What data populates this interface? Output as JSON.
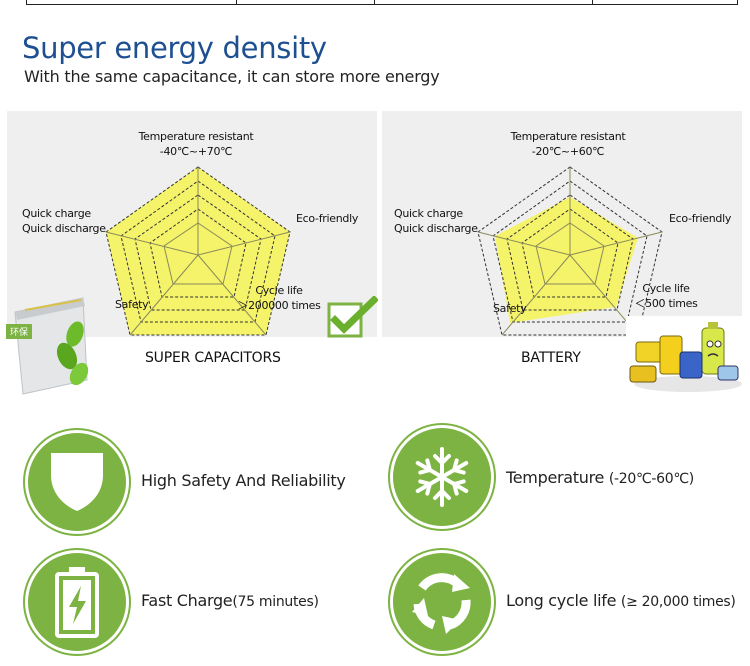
{
  "header": {
    "title": "Super energy density",
    "subtitle": "With the same capacitance, it can store more energy"
  },
  "comparison": {
    "super_capacitors": {
      "caption": "SUPER CAPACITORS",
      "labels": {
        "temp_line1": "Temperature resistant",
        "temp_line2": "-40℃~+70℃",
        "eco": "Eco-friendly",
        "cycle_line1": "Cycle life",
        "cycle_line2": "＞200000 times",
        "safety": "Safety",
        "quick_line1": "Quick charge",
        "quick_line2": "Quick discharge"
      },
      "badge_text": "环保"
    },
    "battery": {
      "caption": "BATTERY",
      "labels": {
        "temp_line1": "Temperature resistant",
        "temp_line2": "-20℃~+60℃",
        "eco": "Eco-friendly",
        "cycle_line1": "Cycle life",
        "cycle_line2": "＜500 times",
        "safety": "Safety",
        "quick_line1": "Quick charge",
        "quick_line2": "Quick discharge"
      }
    }
  },
  "features": [
    {
      "icon": "shield-icon",
      "label": "High Safety And Reliability",
      "detail": ""
    },
    {
      "icon": "snowflake-icon",
      "label": "Temperature",
      "detail": "(-20℃-60℃)"
    },
    {
      "icon": "battery-charge-icon",
      "label": "Fast Charge",
      "detail": "(75 minutes)"
    },
    {
      "icon": "recycle-icon",
      "label": "Long cycle life",
      "detail": "(≥ 20,000 times)"
    }
  ],
  "colors": {
    "title_blue": "#1d4f91",
    "accent_green": "#7cb342",
    "radar_fill": "#f5f36a",
    "panel_bg": "#efefef"
  }
}
